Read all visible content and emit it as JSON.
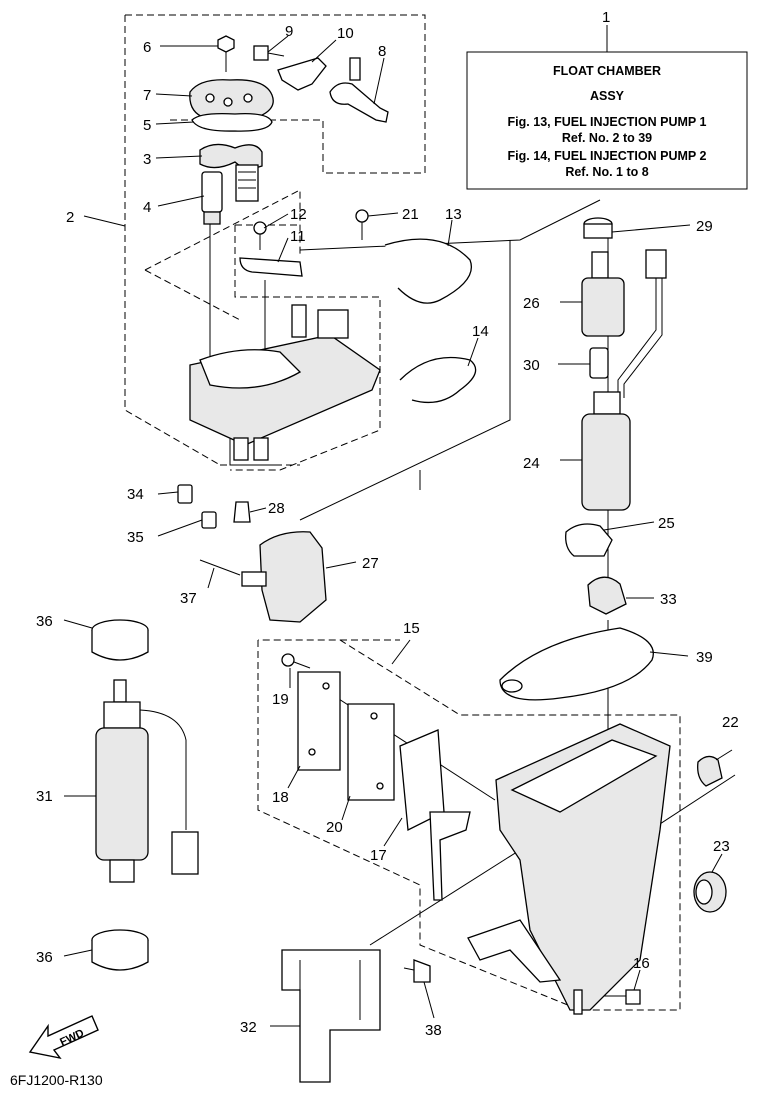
{
  "info_box": {
    "ref": "1",
    "line1": "FLOAT CHAMBER",
    "line2": "ASSY",
    "line3": "Fig. 13, FUEL INJECTION PUMP 1",
    "line4": "Ref. No. 2 to 39",
    "line5": "Fig. 14, FUEL INJECTION PUMP 2",
    "line6": "Ref. No. 1 to 8"
  },
  "callouts": {
    "n2": "2",
    "n3": "3",
    "n4": "4",
    "n5": "5",
    "n6": "6",
    "n7": "7",
    "n8": "8",
    "n9": "9",
    "n10": "10",
    "n11": "11",
    "n12": "12",
    "n13": "13",
    "n14": "14",
    "n15": "15",
    "n16": "16",
    "n17": "17",
    "n18": "18",
    "n19": "19",
    "n20": "20",
    "n21": "21",
    "n22": "22",
    "n23": "23",
    "n24": "24",
    "n25": "25",
    "n26": "26",
    "n27": "27",
    "n28": "28",
    "n29": "29",
    "n30": "30",
    "n31": "31",
    "n32": "32",
    "n33": "33",
    "n34": "34",
    "n35": "35",
    "n36a": "36",
    "n36b": "36",
    "n37": "37",
    "n38": "38",
    "n39": "39"
  },
  "fwd": "FWD",
  "drawing_code": "6FJ1200-R130"
}
